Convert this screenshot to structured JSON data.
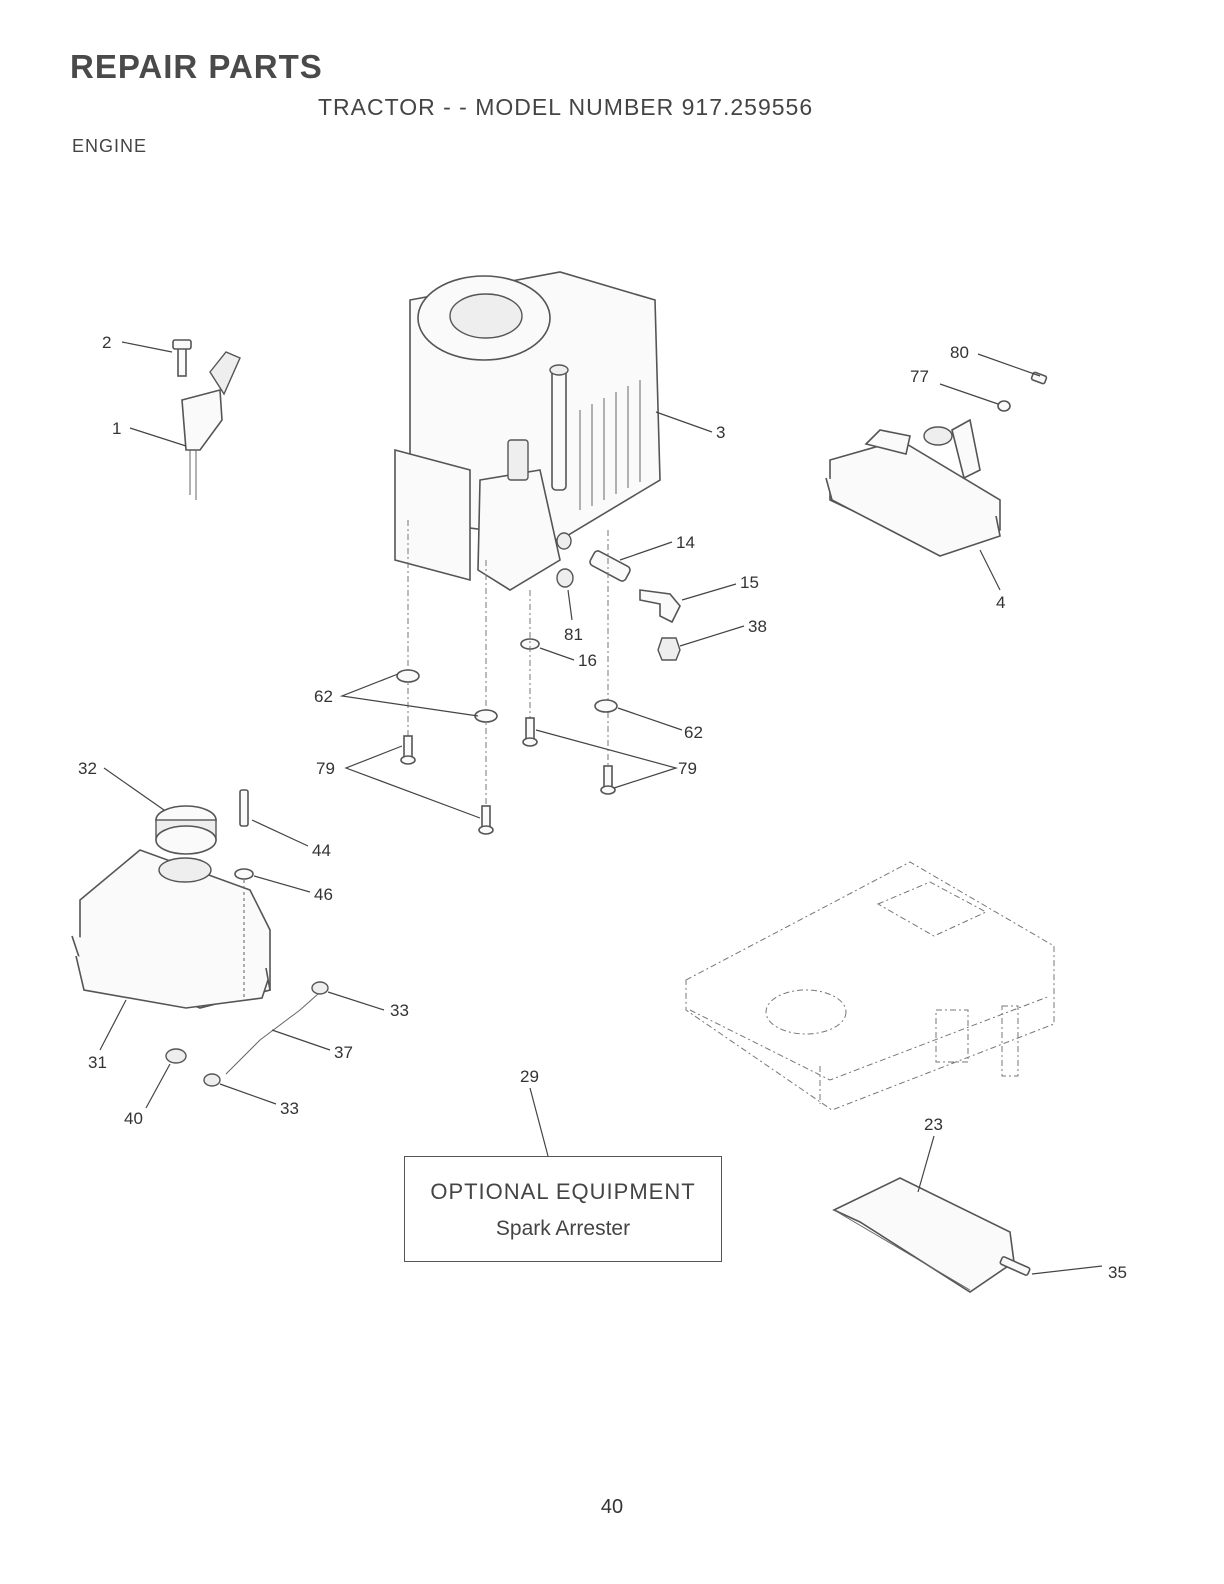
{
  "header": {
    "title": "REPAIR PARTS",
    "subtitle": "TRACTOR - - MODEL NUMBER 917.259556",
    "section": "ENGINE"
  },
  "callouts": {
    "c1": "1",
    "c2": "2",
    "c3": "3",
    "c4": "4",
    "c14": "14",
    "c15": "15",
    "c16": "16",
    "c23": "23",
    "c29": "29",
    "c31": "31",
    "c32": "32",
    "c33a": "33",
    "c33b": "33",
    "c35": "35",
    "c37": "37",
    "c38": "38",
    "c40": "40",
    "c44": "44",
    "c46": "46",
    "c62a": "62",
    "c62b": "62",
    "c77": "77",
    "c79a": "79",
    "c79b": "79",
    "c80": "80",
    "c81": "81"
  },
  "optional_equipment": {
    "heading": "OPTIONAL EQUIPMENT",
    "item": "Spark Arrester"
  },
  "footer": {
    "page_number": "40"
  }
}
